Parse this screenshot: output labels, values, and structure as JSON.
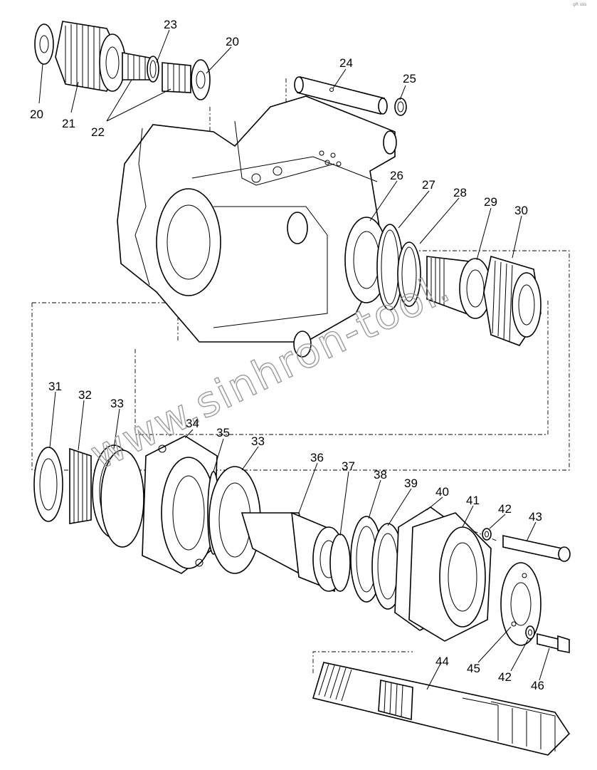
{
  "diagram": {
    "callouts": [
      {
        "id": "c20a",
        "text": "20"
      },
      {
        "id": "c20b",
        "text": "20"
      },
      {
        "id": "c21",
        "text": "21"
      },
      {
        "id": "c22",
        "text": "22"
      },
      {
        "id": "c23",
        "text": "23"
      },
      {
        "id": "c24",
        "text": "24"
      },
      {
        "id": "c25",
        "text": "25"
      },
      {
        "id": "c26",
        "text": "26"
      },
      {
        "id": "c27",
        "text": "27"
      },
      {
        "id": "c28",
        "text": "28"
      },
      {
        "id": "c29",
        "text": "29"
      },
      {
        "id": "c30",
        "text": "30"
      },
      {
        "id": "c31",
        "text": "31"
      },
      {
        "id": "c32",
        "text": "32"
      },
      {
        "id": "c33a",
        "text": "33"
      },
      {
        "id": "c34",
        "text": "34"
      },
      {
        "id": "c35",
        "text": "35"
      },
      {
        "id": "c33b",
        "text": "33"
      },
      {
        "id": "c36",
        "text": "36"
      },
      {
        "id": "c37",
        "text": "37"
      },
      {
        "id": "c38",
        "text": "38"
      },
      {
        "id": "c39",
        "text": "39"
      },
      {
        "id": "c40",
        "text": "40"
      },
      {
        "id": "c41",
        "text": "41"
      },
      {
        "id": "c42a",
        "text": "42"
      },
      {
        "id": "c43",
        "text": "43"
      },
      {
        "id": "c44",
        "text": "44"
      },
      {
        "id": "c45",
        "text": "45"
      },
      {
        "id": "c42b",
        "text": "42"
      },
      {
        "id": "c46",
        "text": "46"
      }
    ],
    "watermark": "www.sinhron-tool.",
    "corner_mark": "gR  sss"
  }
}
